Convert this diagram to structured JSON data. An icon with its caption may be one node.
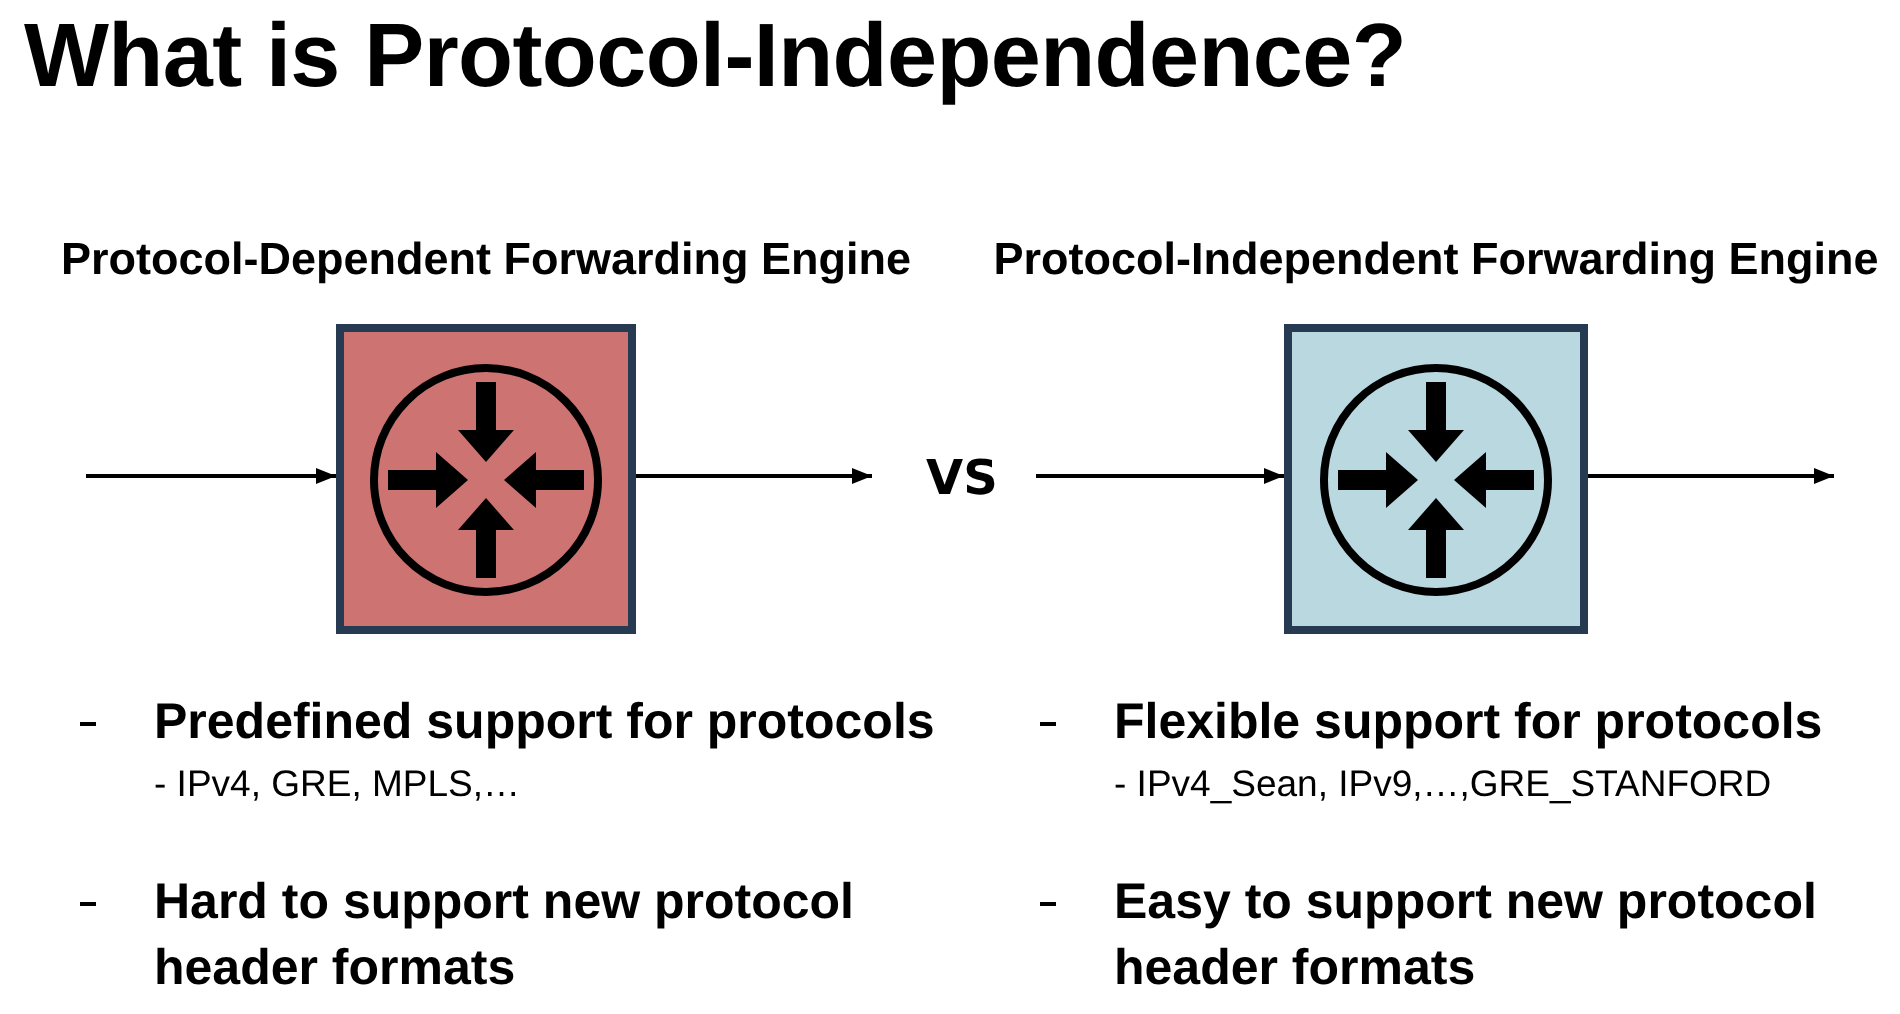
{
  "diagram": {
    "title": "What is Protocol-Independence?",
    "nodes": [
      {
        "text": [
          "Protocol-Dependent Forwarding Engine"
        ]
      },
      {
        "text": [
          "Protocol-Independent Forwarding Engine"
        ]
      }
    ],
    "edges": [
      {
        "from": null,
        "to": 0,
        "arrow": "to"
      },
      {
        "from": 0,
        "to": null,
        "arrow": "to"
      },
      {
        "from": null,
        "to": 1,
        "arrow": "to"
      },
      {
        "from": 1,
        "to": null,
        "arrow": "to"
      }
    ],
    "labels": [
      "VS",
      "Predefined support for protocols",
      "- IPv4, GRE, MPLS,…",
      "Hard to support new protocol header formats",
      "Flexible support for protocols",
      "- IPv4_Sean, IPv9,…,GRE_STANFORD",
      "Easy to support new protocol header formats"
    ]
  }
}
